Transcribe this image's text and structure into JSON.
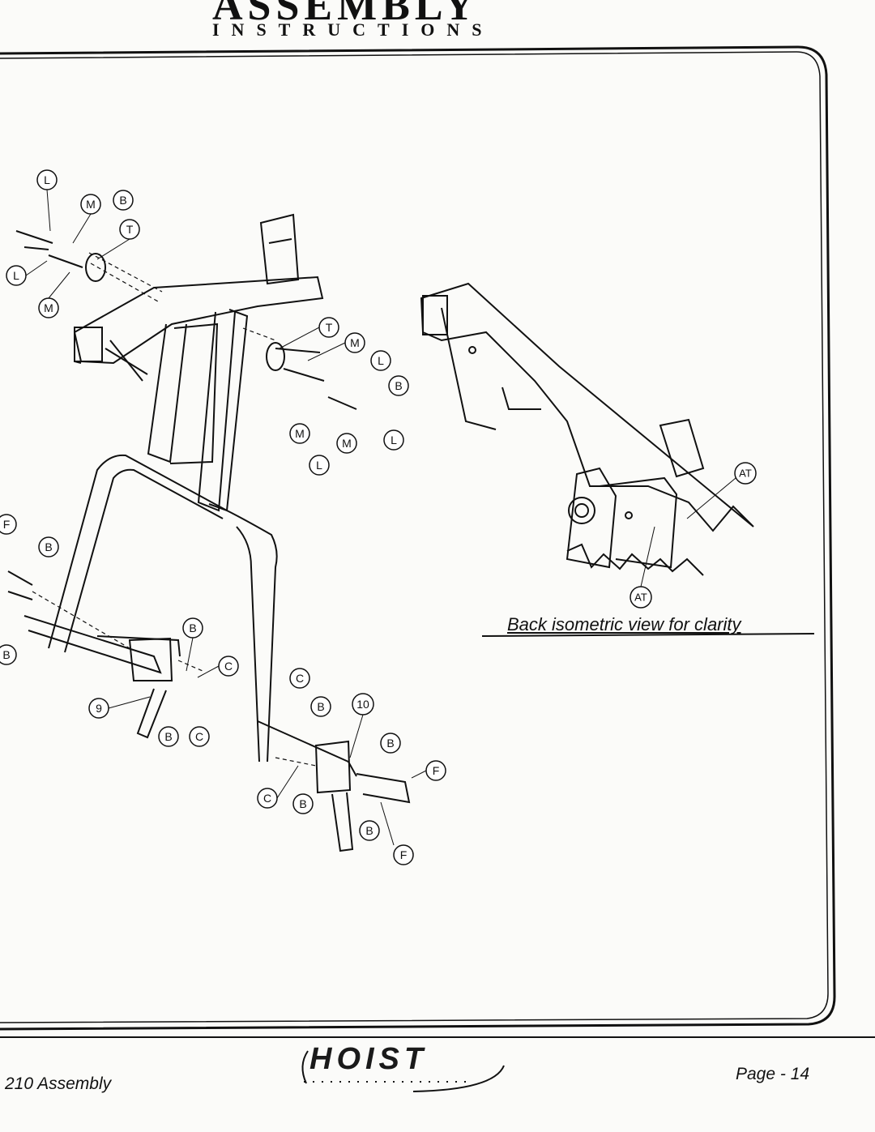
{
  "header": {
    "title": "ASSEMBLY",
    "subtitle": "INSTRUCTIONS"
  },
  "caption": "Back isometric view for clarity",
  "callouts": {
    "L": "L",
    "M": "M",
    "B": "B",
    "T": "T",
    "C": "C",
    "F": "F",
    "AT": "AT",
    "n9": "9",
    "n10": "10"
  },
  "footer": {
    "left": "210 Assembly",
    "right": "Page - 14",
    "logo": "HOIST"
  }
}
